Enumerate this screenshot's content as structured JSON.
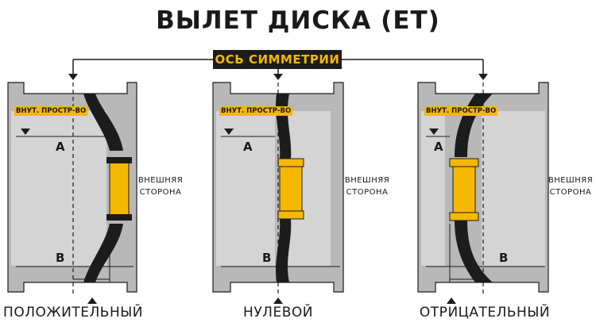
{
  "title": "ВЫЛЕТ ДИСКА (ET)",
  "axis_label": "ОСЬ СИММЕТРИИ",
  "colors": {
    "accent": "#f5b800",
    "dark": "#1c1c1c",
    "rim": "#b5b5b5",
    "rim_light": "#d7d7d7"
  },
  "panels": [
    {
      "inner_label": "ВНУТ. ПРОСТР-ВО",
      "dim_a": "A",
      "dim_b": "B",
      "outer_label_1": "ВНЕШНЯЯ",
      "outer_label_2": "СТОРОНА",
      "caption": "ПОЛОЖИТЕЛЬНЫЙ"
    },
    {
      "inner_label": "ВНУТ. ПРОСТР-ВО",
      "dim_a": "A",
      "dim_b": "B",
      "outer_label_1": "ВНЕШНЯЯ",
      "outer_label_2": "СТОРОНА",
      "caption": "НУЛЕВОЙ"
    },
    {
      "inner_label": "ВНУТ. ПРОСТР-ВО",
      "dim_a": "A",
      "dim_b": "B",
      "outer_label_1": "ВНЕШНЯЯ",
      "outer_label_2": "СТОРОНА",
      "caption": "ОТРИЦАТЕЛЬНЫЙ"
    }
  ]
}
